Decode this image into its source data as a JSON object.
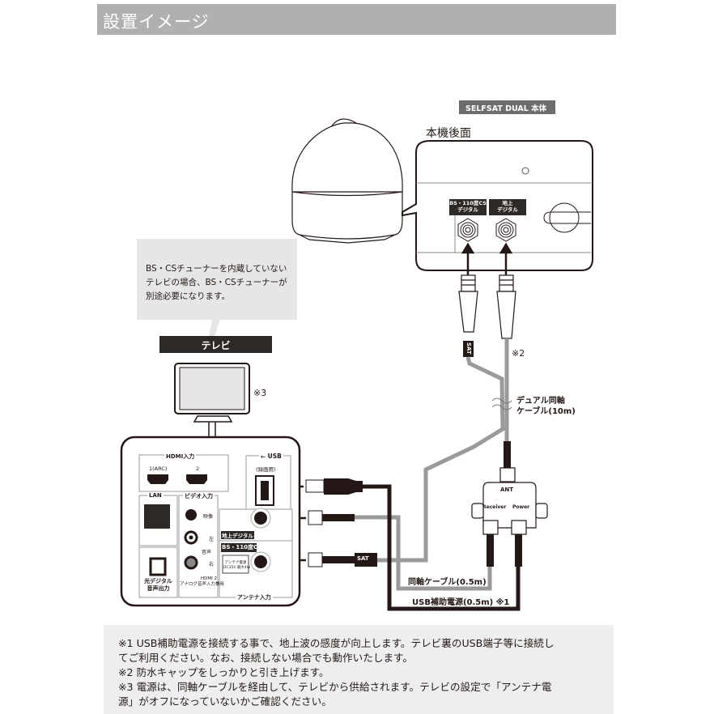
{
  "header": {
    "title": "設置イメージ"
  },
  "product": {
    "name_tag": "SELFSAT DUAL 本体",
    "rear_panel_title": "本機後面",
    "ports": [
      {
        "line1": "BS・110度CS",
        "line2": "デジタル"
      },
      {
        "line1": "地上",
        "line2": "デジタル"
      }
    ]
  },
  "bubble": {
    "lines": [
      "BS・CSチューナーを内蔵していない",
      "テレビの場合、BS・CSチューナーが",
      "別途必要になります。"
    ]
  },
  "tv": {
    "label": "テレビ",
    "note_mark": "※3",
    "panel": {
      "hdmi_group": "HDMI入力",
      "hdmi_ports": [
        "1(ARC)",
        "2"
      ],
      "usb_label": "USB",
      "usb_sub": "(録画用)",
      "lan_label": "LAN",
      "video_group": "ビデオ入力",
      "video_labels": [
        "映像",
        "左",
        "音声",
        "右"
      ],
      "hdmi2_line1": "HDMI 2",
      "hdmi2_line2": "アナログ音声入力兼用",
      "optical_line1": "光デジタル",
      "optical_line2": "音声出力",
      "terrestrial_tag": "地上デジタル",
      "bs_tag": "BS・110度CS",
      "power_box_line1": "アンテナ電源",
      "power_box_line2": "DC15V 最大4W",
      "antenna_group": "アンテナ入力"
    }
  },
  "cables": {
    "sat_tag": "SAT",
    "note2_mark": "※2",
    "dual_cable_line1": "デュアル同軸",
    "dual_cable_line2": "ケーブル(10m)",
    "coax_label": "同軸ケーブル(0.5m)",
    "usb_power_label": "USB補助電源(0.5m) ※1"
  },
  "splitter": {
    "ant_label": "ANT",
    "receiver_label": "Receiver",
    "power_label": "Power"
  },
  "notes": {
    "lines": [
      "※1 USB補助電源を接続する事で、地上波の感度が向上します。テレビ裏のUSB端子等に接続し",
      "てご利用ください。なお、接続しない場合でも動作いたします。",
      "※2 防水キャップをしっかりと引き上げます。",
      "※3 電源は、同軸ケーブルを経由して、テレビから供給されます。テレビの設定で「アンテナ電",
      "源」がオフになっていないかご確認ください。"
    ]
  },
  "colors": {
    "header_bg": "#b0b0b0",
    "dark_tag": "#2d2926",
    "cable_gray": "#9a9a9a",
    "cable_black": "#231815",
    "bubble_bg": "#e6e6e6",
    "notes_bg": "#eeeeee"
  }
}
